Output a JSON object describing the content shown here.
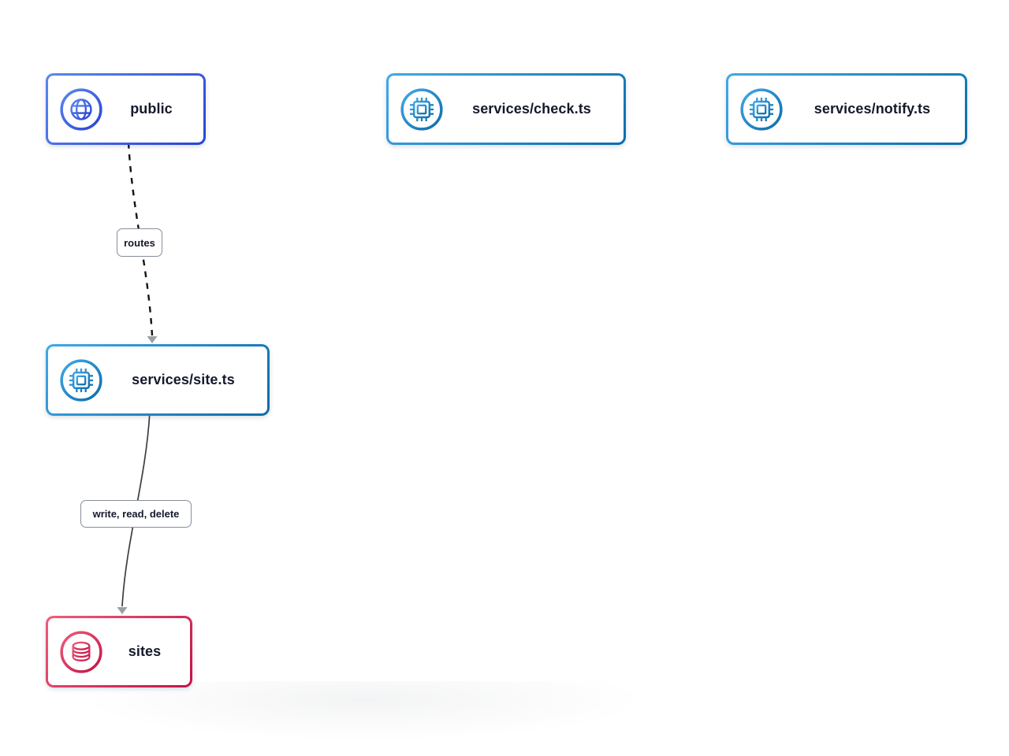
{
  "diagram": {
    "background_color": "#ffffff",
    "text_color": "#16192c",
    "arrow_color": "#9aa0a6",
    "dashed_edge_color": "#141414",
    "solid_edge_color": "#3a3d42",
    "nodes": [
      {
        "id": "public",
        "label": "public",
        "icon": "globe-icon",
        "kind": "gateway",
        "accent_from": "#5b87ef",
        "accent_to": "#2843d5"
      },
      {
        "id": "services-check",
        "label": "services/check.ts",
        "icon": "chip-icon",
        "kind": "service",
        "accent_from": "#41a8e7",
        "accent_to": "#0d6cab"
      },
      {
        "id": "services-notify",
        "label": "services/notify.ts",
        "icon": "chip-icon",
        "kind": "service",
        "accent_from": "#41a8e7",
        "accent_to": "#0d6cab"
      },
      {
        "id": "services-site",
        "label": "services/site.ts",
        "icon": "chip-icon",
        "kind": "service",
        "accent_from": "#41a8e7",
        "accent_to": "#0d6cab"
      },
      {
        "id": "sites",
        "label": "sites",
        "icon": "database-icon",
        "kind": "database",
        "accent_from": "#f05b7a",
        "accent_to": "#c21347"
      }
    ],
    "edges": [
      {
        "from": "public",
        "to": "services-site",
        "label": "routes",
        "style": "dashed"
      },
      {
        "from": "services-site",
        "to": "sites",
        "label": "write, read, delete",
        "style": "solid"
      }
    ]
  }
}
